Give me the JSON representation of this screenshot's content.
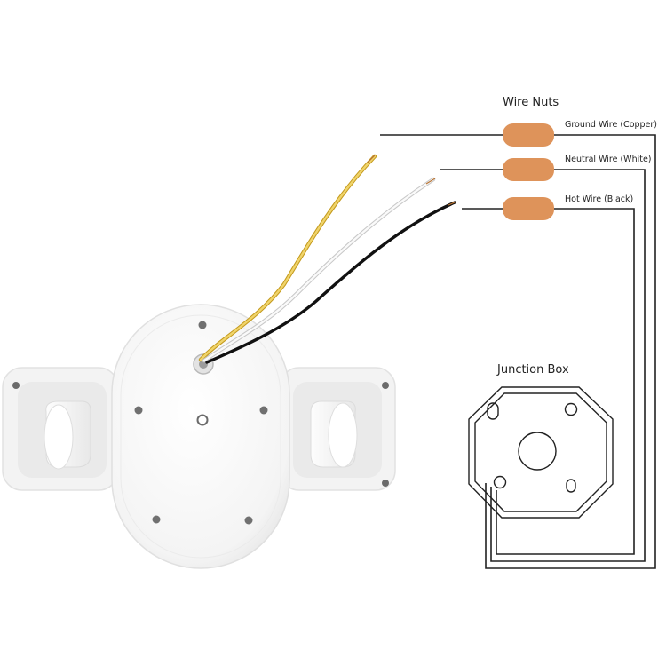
{
  "labels": {
    "wire_nuts": "Wire Nuts",
    "junction_box": "Junction Box",
    "ground_wire": "Ground Wire (Copper)",
    "neutral_wire": "Neutral Wire (White)",
    "hot_wire": "Hot Wire (Black)"
  },
  "colors": {
    "wire_nut": "#DE935A",
    "ground_wire": "#E3BF3A",
    "neutral_wire": "#E6E6E6",
    "hot_wire": "#111111",
    "outline": "#222222",
    "fixture_body": "#F7F7F7",
    "fixture_shadow": "#E3E3E3"
  }
}
